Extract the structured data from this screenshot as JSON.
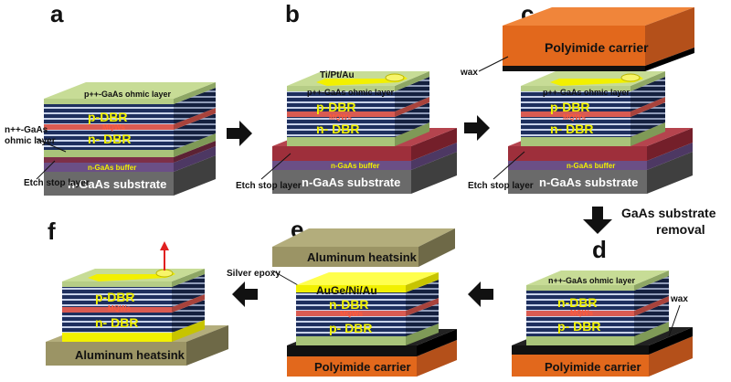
{
  "panels": {
    "a": {
      "letter": "a",
      "top_layer": "p++-GaAs ohmic layer",
      "p_dbr": "p-DBR",
      "mqws": "MQWs",
      "n_dbr": "n- DBR",
      "buffer": "n-GaAs buffer",
      "substrate": "n-GaAs substrate",
      "ohmic_label_1": "n++-GaAs",
      "ohmic_label_2": "ohmic layer",
      "etch_stop": "Etch stop layer"
    },
    "b": {
      "letter": "b",
      "contact": "Ti/Pt/Au",
      "top_layer": "p++-GaAs ohmic layer",
      "p_dbr": "p-DBR",
      "mqws": "MQWs",
      "n_dbr": "n- DBR",
      "buffer": "n-GaAs buffer",
      "substrate": "n-GaAs substrate",
      "etch_stop": "Etch stop layer"
    },
    "c": {
      "letter": "c",
      "carrier": "Polyimide carrier",
      "wax": "wax",
      "top_layer": "p++-GaAs ohmic layer",
      "p_dbr": "p-DBR",
      "mqws": "MQWs",
      "n_dbr": "n- DBR",
      "buffer": "n-GaAs buffer",
      "substrate": "n-GaAs substrate",
      "etch_stop": "Etch stop layer"
    },
    "d": {
      "letter": "d",
      "top_layer": "n++-GaAs ohmic layer",
      "n_dbr": "n-DBR",
      "mqws": "MQWs",
      "p_dbr": "p- DBR",
      "carrier": "Polyimide carrier",
      "wax": "wax"
    },
    "e": {
      "letter": "e",
      "heatsink": "Aluminum heatsink",
      "epoxy": "Silver epoxy",
      "metal": "AuGe/Ni/Au",
      "n_dbr": "n-DBR",
      "mqws": "MQWs",
      "p_dbr": "p- DBR",
      "carrier": "Polyimide carrier"
    },
    "f": {
      "letter": "f",
      "p_dbr": "p-DBR",
      "mqws": "MQWs",
      "n_dbr": "n- DBR",
      "heatsink": "Aluminum heatsink"
    }
  },
  "step_label_1": "GaAs substrate",
  "step_label_2": "removal",
  "colors": {
    "ohmic_green": "#c7dc96",
    "dbr_dark": "#1e2f5e",
    "dbr_light": "#c9d3ea",
    "mqw_red": "#d95b52",
    "buffer_purple": "#6b4f86",
    "substrate_gray": "#5c5c5c",
    "etch_red": "#9e2f3b",
    "polyimide_orange": "#e2681c",
    "heatsink_olive": "#9b9465",
    "gold": "#f2f000",
    "wax_black": "#111111"
  }
}
